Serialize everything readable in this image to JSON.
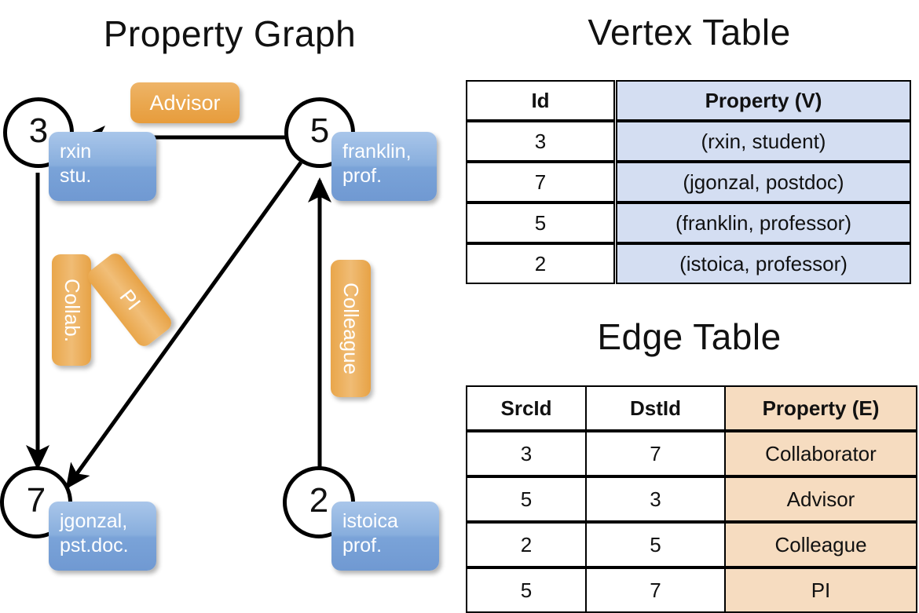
{
  "panels": {
    "graph_title": "Property Graph",
    "vertex_title": "Vertex Table",
    "edge_title": "Edge Table"
  },
  "graph": {
    "nodes": [
      {
        "id": "3",
        "property_lines": [
          "rxin",
          "stu."
        ]
      },
      {
        "id": "5",
        "property_lines": [
          "franklin,",
          "prof."
        ]
      },
      {
        "id": "7",
        "property_lines": [
          "jgonzal,",
          "pst.doc."
        ]
      },
      {
        "id": "2",
        "property_lines": [
          "istoica",
          "prof."
        ]
      }
    ],
    "edge_labels": {
      "advisor": "Advisor",
      "collab": "Collab.",
      "pi": "PI",
      "colleague": "Colleague"
    },
    "edges": [
      {
        "src": "5",
        "dst": "3",
        "label": "Advisor"
      },
      {
        "src": "3",
        "dst": "7",
        "label": "Collab."
      },
      {
        "src": "5",
        "dst": "7",
        "label": "PI"
      },
      {
        "src": "2",
        "dst": "5",
        "label": "Colleague"
      }
    ]
  },
  "vertex_table": {
    "headers": [
      "Id",
      "Property (V)"
    ],
    "rows": [
      {
        "id": "3",
        "property": "(rxin, student)"
      },
      {
        "id": "7",
        "property": "(jgonzal, postdoc)"
      },
      {
        "id": "5",
        "property": "(franklin, professor)"
      },
      {
        "id": "2",
        "property": "(istoica, professor)"
      }
    ]
  },
  "edge_table": {
    "headers": [
      "SrcId",
      "DstId",
      "Property (E)"
    ],
    "rows": [
      {
        "src": "3",
        "dst": "7",
        "property": "Collaborator"
      },
      {
        "src": "5",
        "dst": "3",
        "property": "Advisor"
      },
      {
        "src": "2",
        "dst": "5",
        "property": "Colleague"
      },
      {
        "src": "5",
        "dst": "7",
        "property": "PI"
      }
    ]
  },
  "colors": {
    "vertex_property_fill": "#D4DEF2",
    "edge_property_fill": "#F6DCC0",
    "node_property_box": "#7FA6DC",
    "edge_label_box": "#E9A64A",
    "background": "#FFFFFF",
    "stroke": "#000000"
  }
}
